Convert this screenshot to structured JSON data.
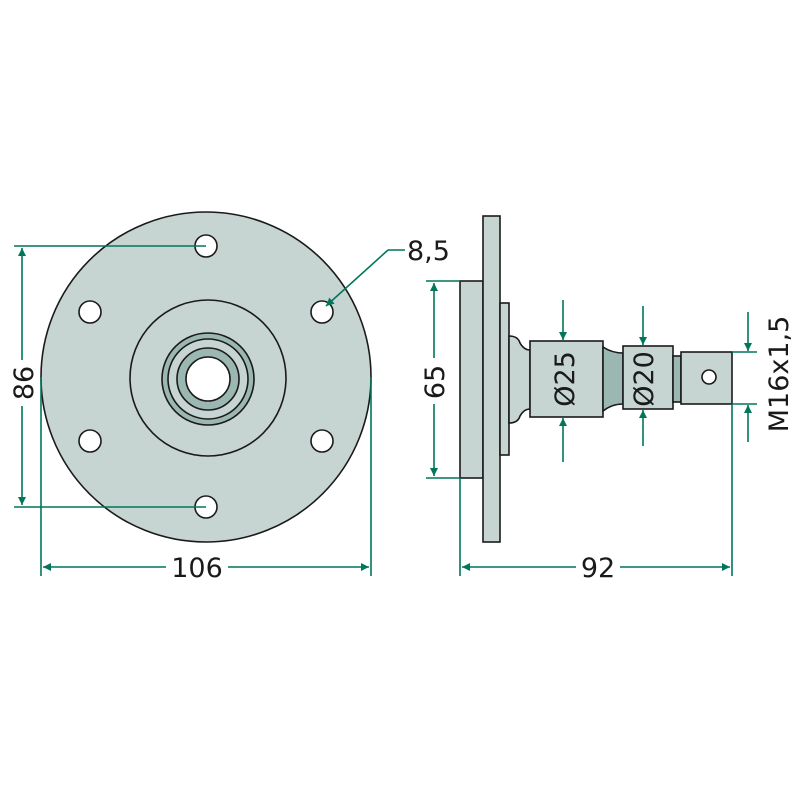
{
  "dimensions": {
    "bolt_circle": "86",
    "flange_diameter": "106",
    "hole_diameter": "8,5",
    "hub_diameter": "65",
    "shaft_d1": "Ø25",
    "shaft_d2": "Ø20",
    "thread": "M16x1,5",
    "overall_length": "92"
  },
  "colors": {
    "part": "#c6d4d2",
    "dim": "#00775a"
  }
}
